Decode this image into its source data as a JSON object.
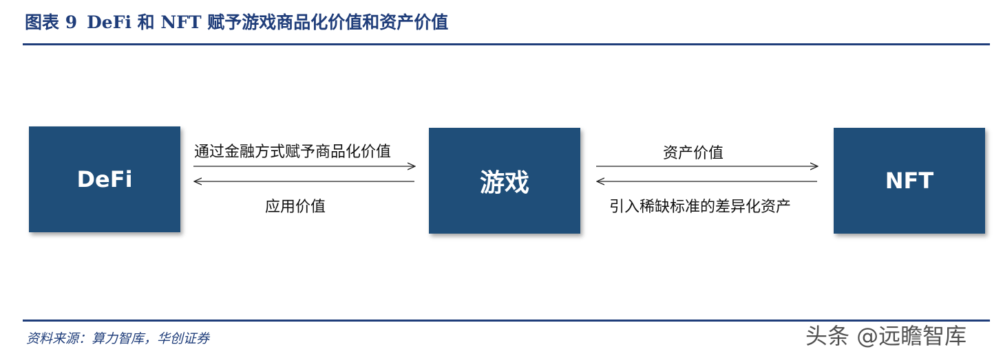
{
  "figure": {
    "number": "图表 9",
    "title": "DeFi 和 NFT 赋予游戏商品化价值和资产价值"
  },
  "nodes": {
    "defi": "DeFi",
    "game": "游戏",
    "nft": "NFT"
  },
  "edges": {
    "defi_to_game": "通过金融方式赋予商品化价值",
    "game_to_defi": "应用价值",
    "game_to_nft": "资产价值",
    "nft_to_game": "引入稀缺标准的差异化资产"
  },
  "footer": {
    "source": "资料来源：算力智库，华创证券",
    "watermark": "头条 @远瞻智库"
  },
  "colors": {
    "box": "#1f4e79",
    "title": "#1f3d7a"
  }
}
